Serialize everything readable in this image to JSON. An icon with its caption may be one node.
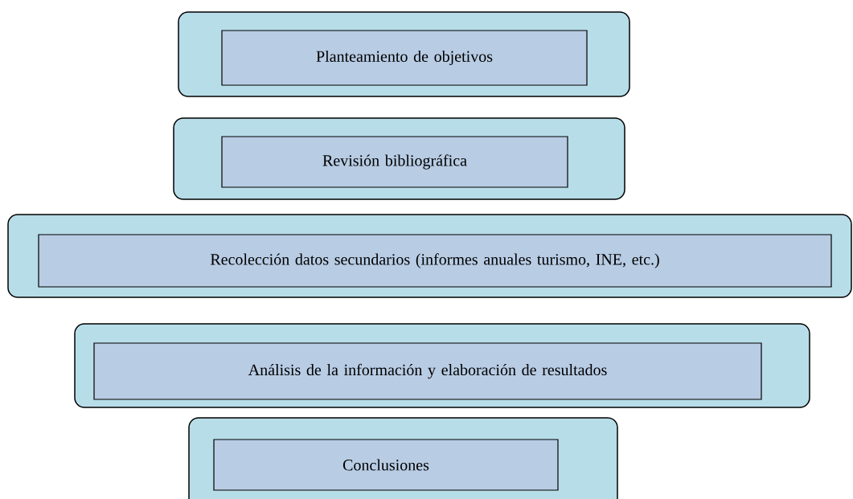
{
  "diagram": {
    "nodes": [
      {
        "text": [],
        "shape": "box"
      },
      {
        "text": [
          "Planteamiento de objetivos"
        ],
        "in": 0
      },
      {
        "text": [],
        "shape": "box"
      },
      {
        "text": [
          "Revisión bibliográfica"
        ],
        "in": 2
      },
      {
        "text": [],
        "shape": "box"
      },
      {
        "text": [
          "Recolección datos secundarios (informes anuales turismo, INE, etc.)"
        ],
        "in": 4
      },
      {
        "text": [],
        "shape": "box"
      },
      {
        "text": [
          "Análisis de la información y elaboración de resultados"
        ],
        "in": 6
      },
      {
        "text": [],
        "shape": "box"
      },
      {
        "text": [
          "Conclusiones"
        ],
        "in": 8
      }
    ]
  }
}
